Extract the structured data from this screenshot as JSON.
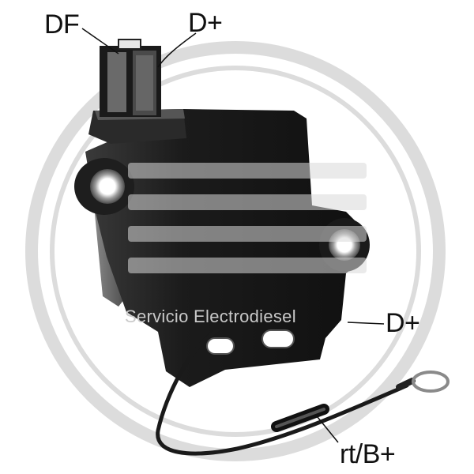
{
  "callouts": {
    "df": "DF",
    "d_plus_top": "D+",
    "d_plus_side": "D+",
    "rt_b_plus": "rt/B+"
  },
  "watermark": {
    "text": "Servicio Electrodiesel",
    "logo_color": "#d9d9d9"
  },
  "colors": {
    "body": "#1c1c1c",
    "background": "#ffffff",
    "label": "#111111"
  }
}
